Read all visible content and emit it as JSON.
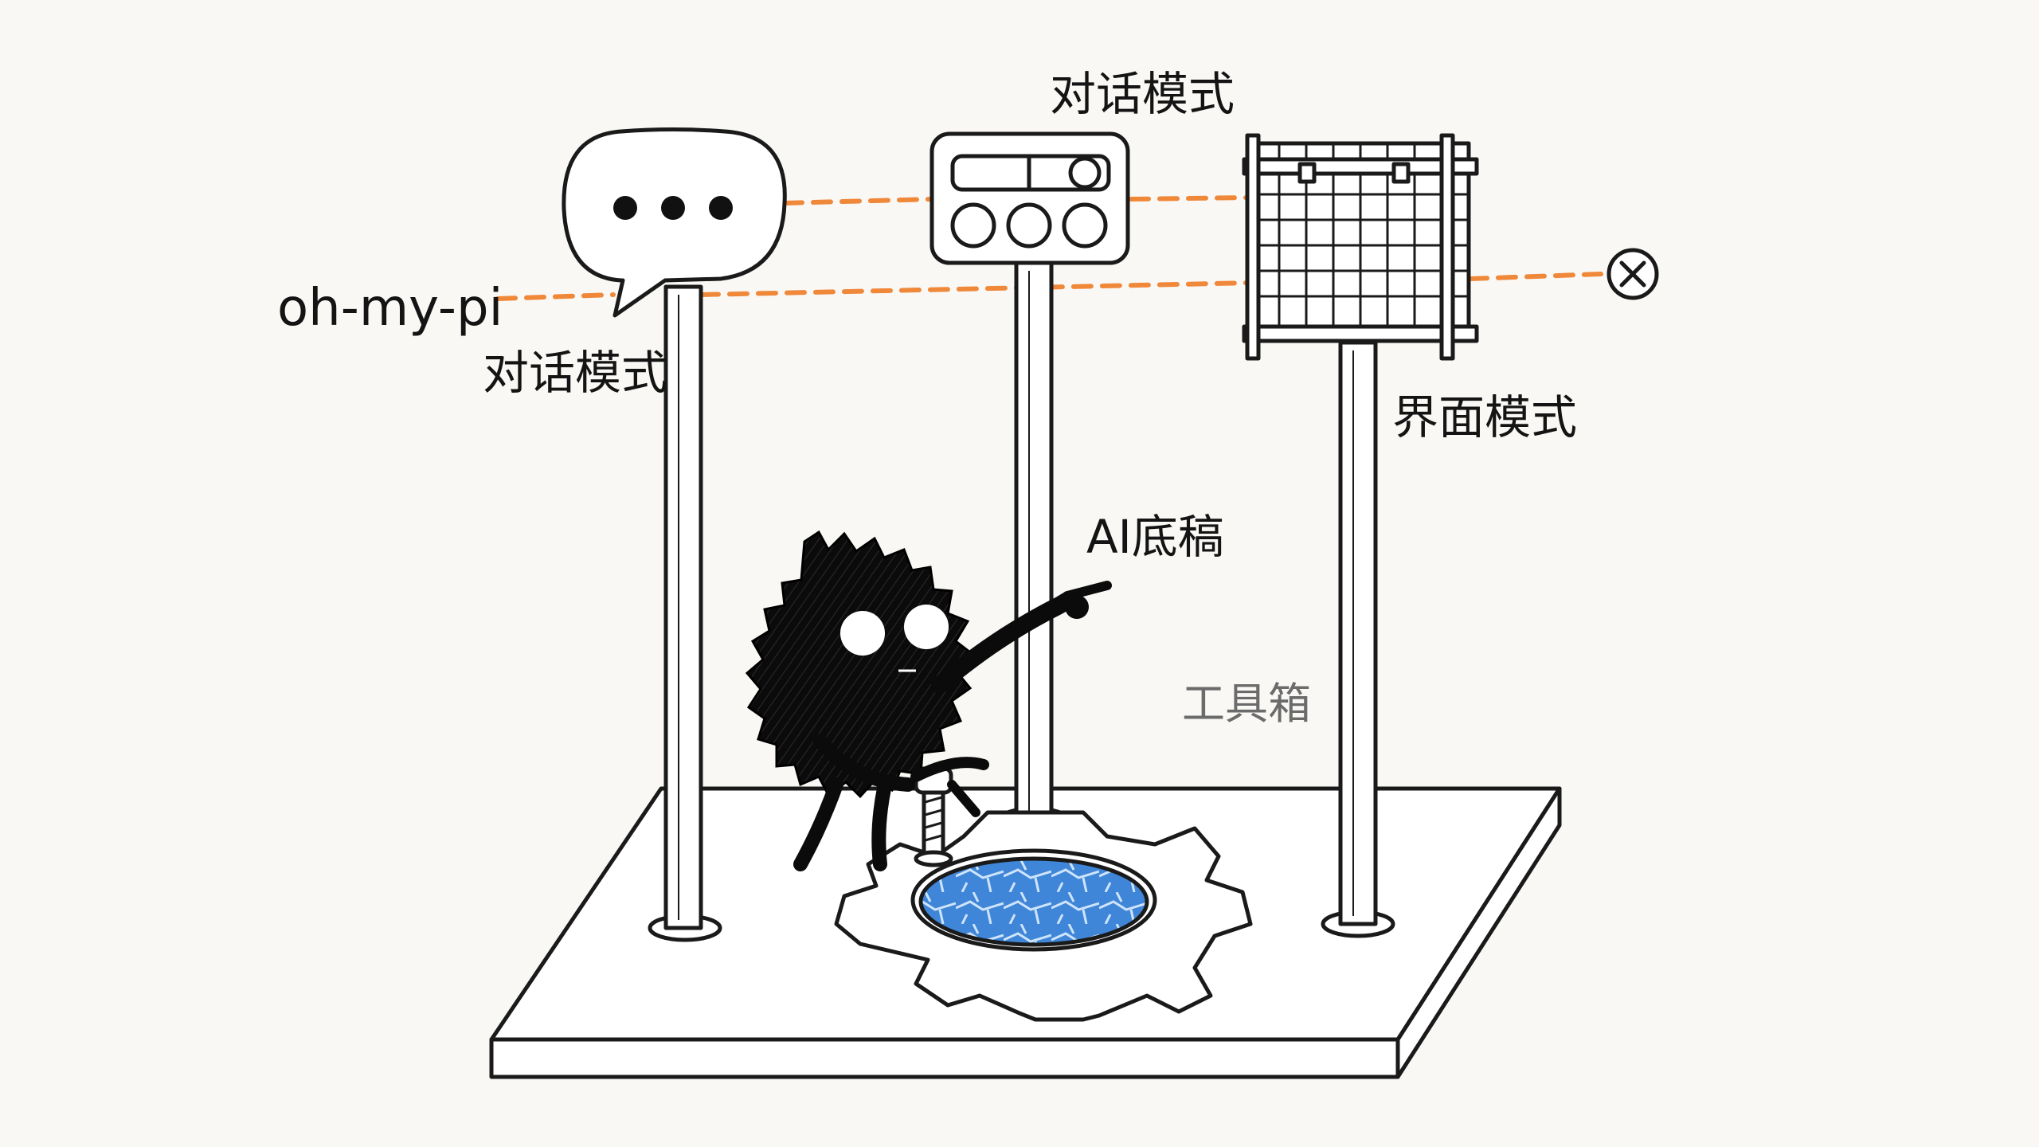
{
  "labels": {
    "oh_my_pi": "oh-my-pi",
    "chat_mode_left": "对话模式",
    "chat_mode_top": "对话模式",
    "interface_mode": "界面模式",
    "ai_draft": "AI底稿",
    "toolbox": "工具箱"
  },
  "colors": {
    "background": "#f9f8f5",
    "ink": "#1a1a1a",
    "dashed_line": "#f0883a",
    "water": "#3f86d8",
    "muted_text": "#6b6b6b"
  },
  "icons": [
    "speech-bubble-icon",
    "control-panel-icon",
    "grid-cage-icon",
    "close-circle-icon",
    "gear-icon",
    "screw-icon"
  ]
}
